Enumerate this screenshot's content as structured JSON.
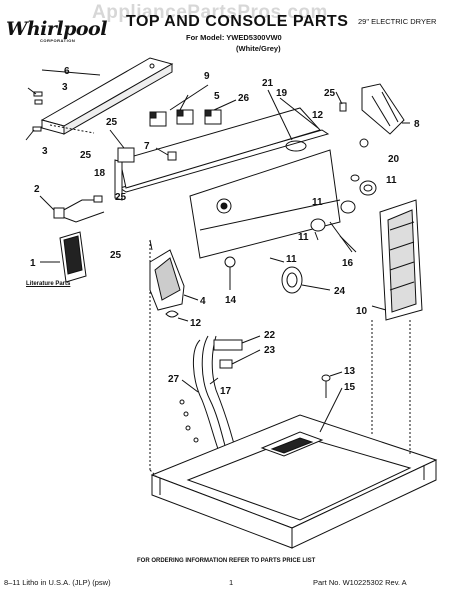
{
  "watermark": "AppliancePartsPros.com",
  "header": {
    "brand": "Whirlpool",
    "brand_sub": "CORPORATION",
    "title": "TOP AND CONSOLE PARTS",
    "model": "For Model: YWED5300VW0",
    "color": "(White/Grey)",
    "product_type": "29\" ELECTRIC DRYER"
  },
  "literature_label": "Literature Parts",
  "callouts": [
    "6",
    "3",
    "3",
    "9",
    "5",
    "26",
    "21",
    "19",
    "25",
    "12",
    "8",
    "25",
    "7",
    "25",
    "18",
    "2",
    "25",
    "20",
    "11",
    "11",
    "11",
    "16",
    "11",
    "1",
    "25",
    "14",
    "24",
    "4",
    "10",
    "12",
    "22",
    "23",
    "27",
    "17",
    "13",
    "15"
  ],
  "footer": {
    "order_note": "FOR ORDERING INFORMATION REFER TO PARTS PRICE LIST",
    "left": "8–11 Litho in U.S.A. (JLP) (psw)",
    "page": "1",
    "part_no": "Part No. W10225302 Rev. A"
  }
}
